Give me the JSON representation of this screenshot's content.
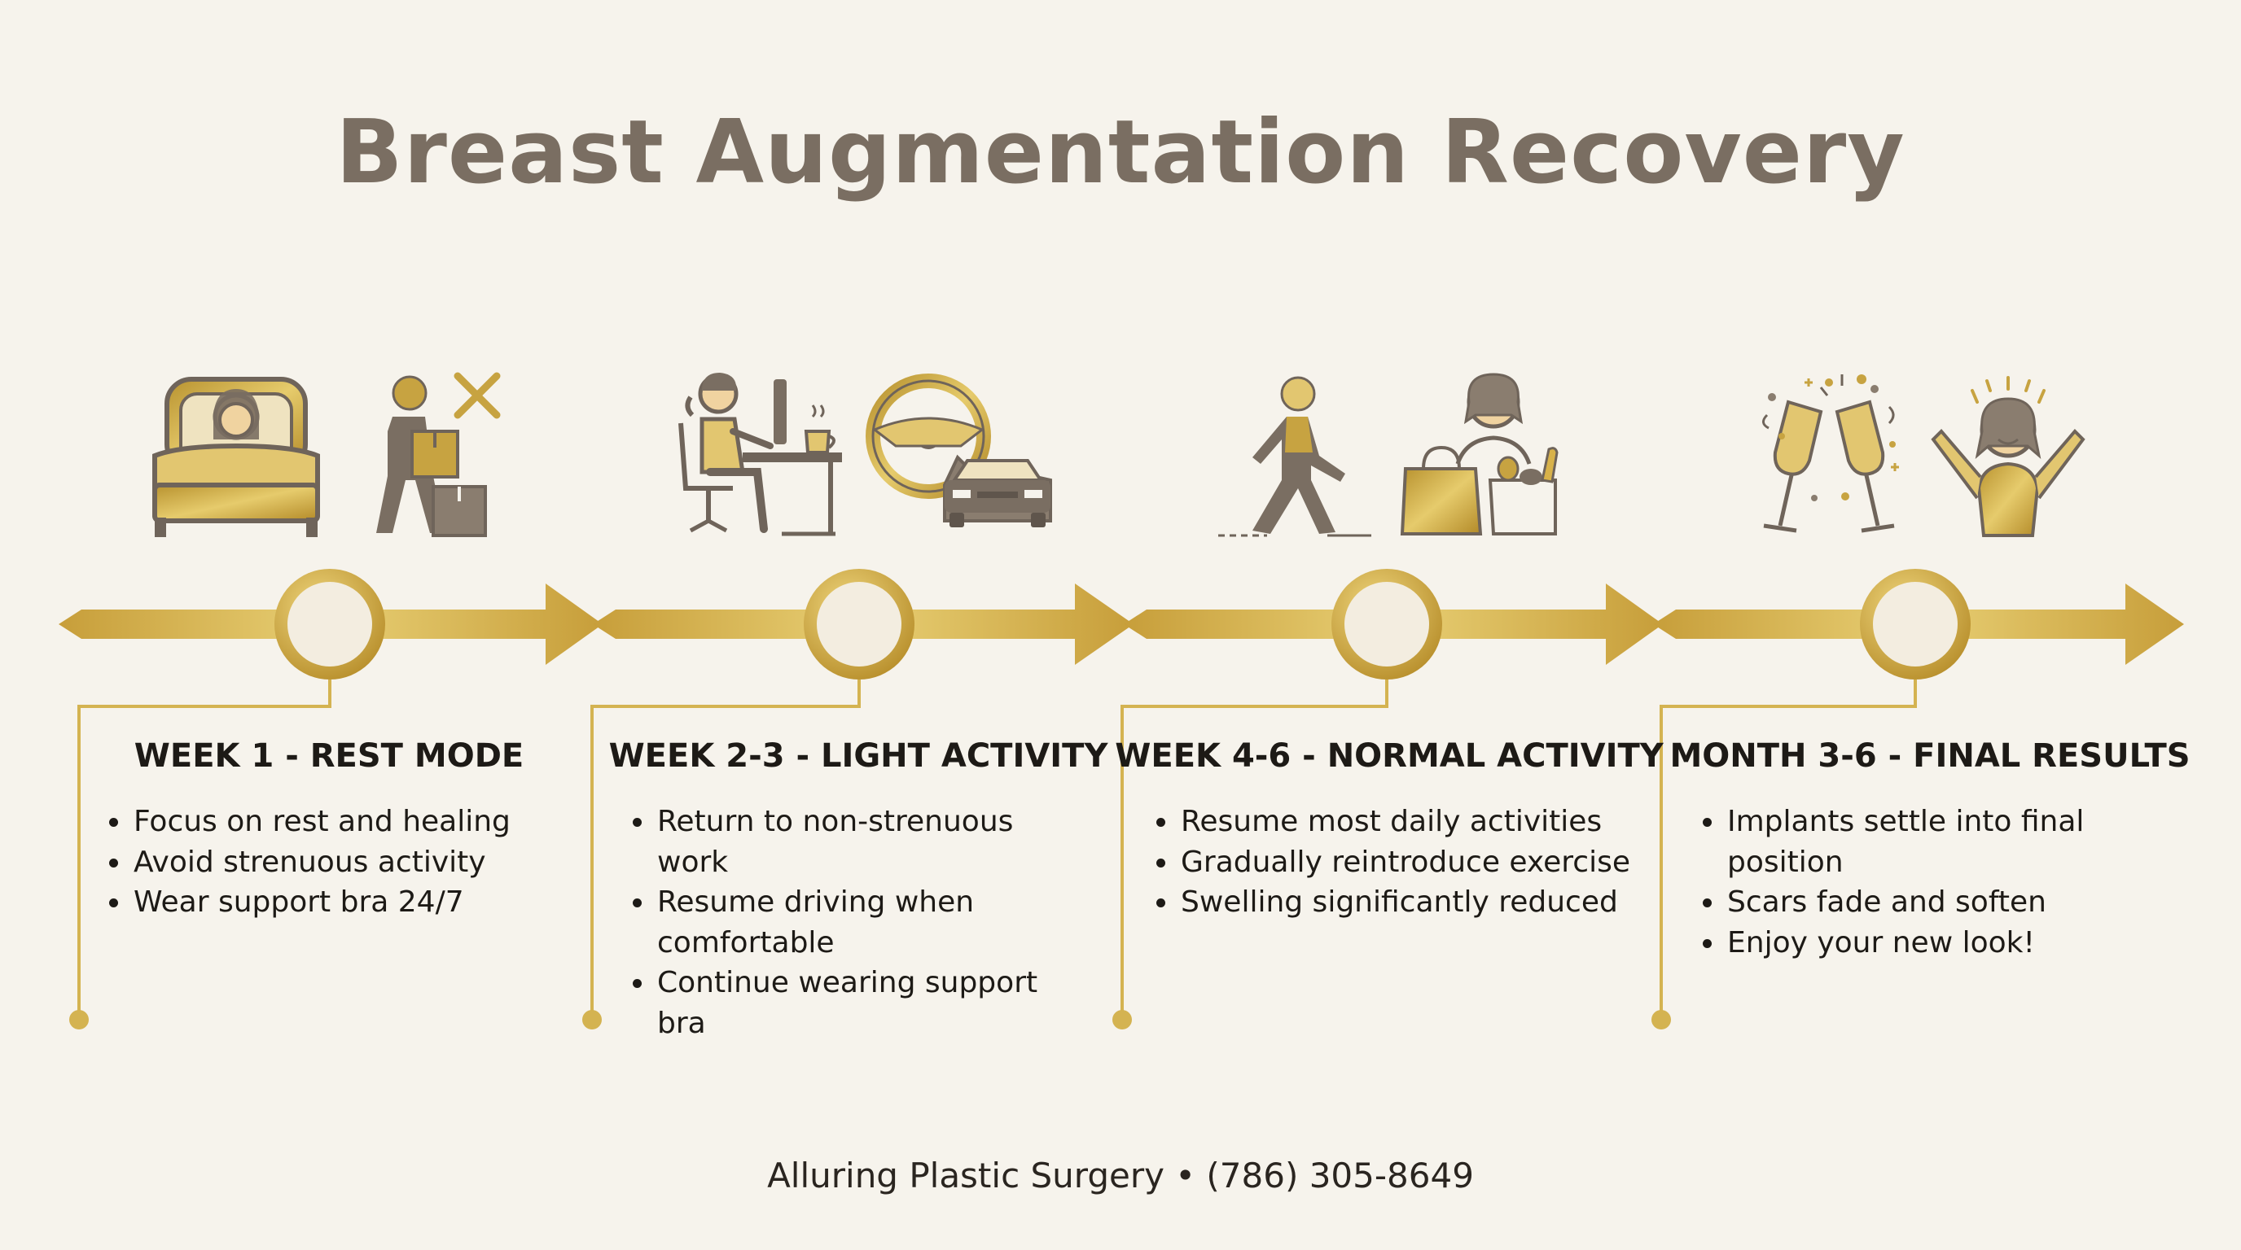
{
  "title": "Breast Augmentation Recovery",
  "stages": [
    {
      "heading": "WEEK 1 - REST MODE",
      "icons": [
        "bed-rest-icon",
        "no-lifting-boxes-icon"
      ],
      "bullets": [
        "Focus on rest and healing",
        "Avoid strenuous activity",
        "Wear support bra 24/7"
      ]
    },
    {
      "heading": "WEEK 2-3 - LIGHT ACTIVITY",
      "icons": [
        "desk-work-icon",
        "driving-steering-wheel-car-icon"
      ],
      "bullets": [
        "Return to non-strenuous work",
        "Resume driving when comfortable",
        "Continue wearing support bra"
      ]
    },
    {
      "heading": "WEEK 4-6 - NORMAL ACTIVITY",
      "icons": [
        "walking-person-icon",
        "grocery-shopping-icon"
      ],
      "bullets": [
        "Resume most daily activities",
        "Gradually reintroduce exercise",
        "Swelling significantly reduced"
      ]
    },
    {
      "heading": "MONTH 3-6 - FINAL RESULTS",
      "icons": [
        "champagne-toast-icon",
        "celebrating-woman-icon"
      ],
      "bullets": [
        "Implants settle into final position",
        "Scars fade and soften",
        "Enjoy your new look!"
      ]
    }
  ],
  "footer": "Alluring Plastic Surgery • (786) 305-8649",
  "colors": {
    "gold": "#c9a43e",
    "gold_light": "#e3c766",
    "taupe": "#7a6e62",
    "background": "#f6f3ec"
  }
}
